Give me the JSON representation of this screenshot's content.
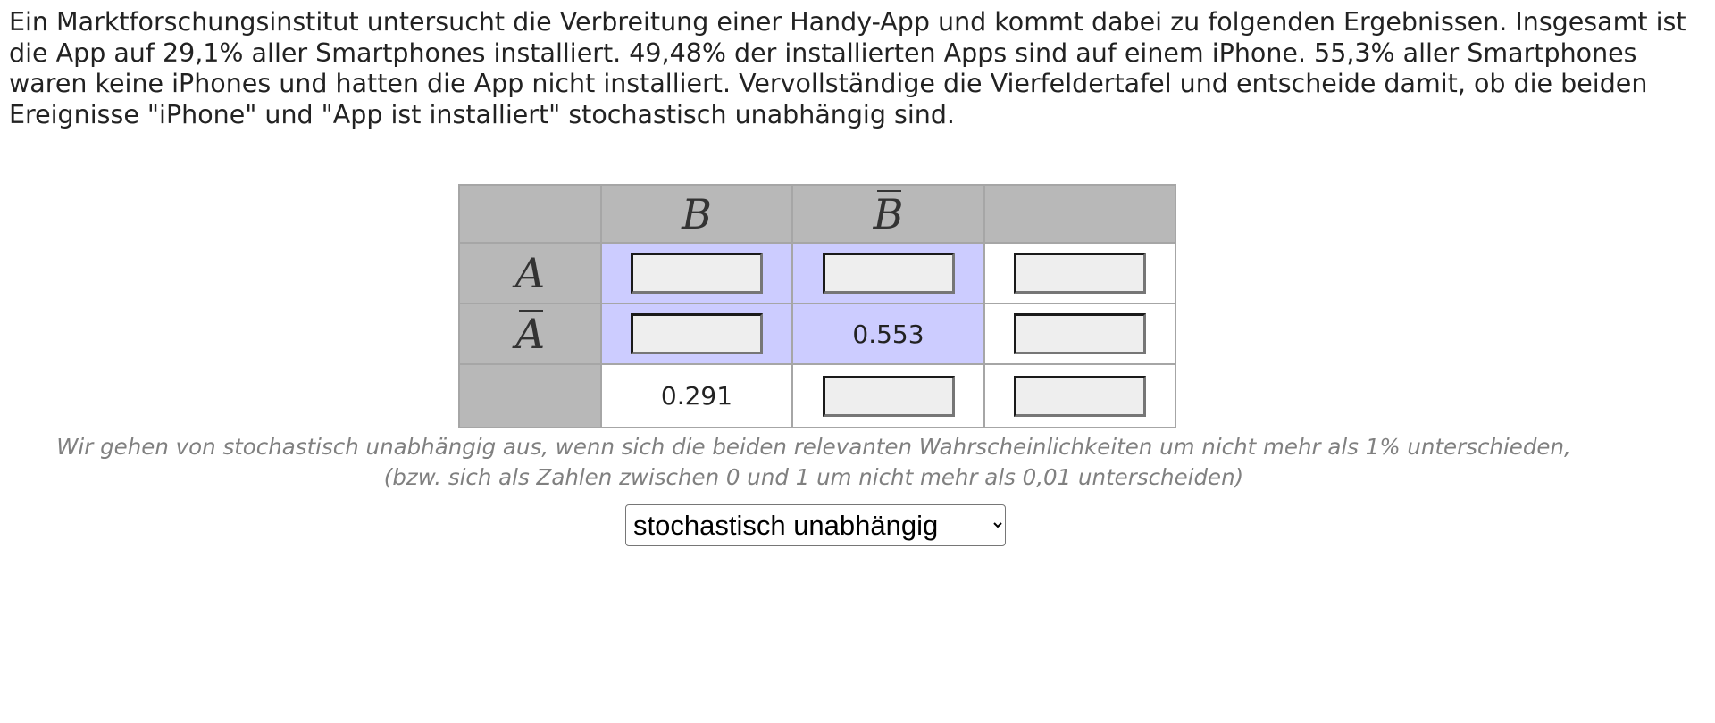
{
  "task": {
    "text": "Ein Marktforschungsinstitut untersucht die Verbreitung einer Handy-App und kommt dabei zu folgenden Ergebnissen. Insgesamt ist die App auf 29,1% aller Smartphones installiert. 49,48% der installierten Apps sind auf einem iPhone. 55,3% aller Smartphones waren keine iPhones und hatten die App nicht installiert. Vervollständige die Vierfeldertafel und entscheide damit, ob die beiden Ereignisse \"iPhone\" und \"App ist installiert\" stochastisch unabhängig sind."
  },
  "table": {
    "col_headers": [
      "B",
      "B"
    ],
    "row_headers": [
      "A",
      "A"
    ],
    "header_bars": {
      "col_1": false,
      "col_2": true,
      "row_1": false,
      "row_2": true
    },
    "given": {
      "a_not_b": "0.553",
      "total_b": "0.291"
    },
    "inputs": {
      "a_b": "",
      "a_nb": "",
      "a_total": "",
      "na_b": "",
      "na_total": "",
      "total_nb": "",
      "total_total": ""
    },
    "colors": {
      "header": "#b8b8b8",
      "inner": "#ccccff",
      "totals": "#ffffff"
    }
  },
  "note": {
    "line1": "Wir gehen von stochastisch unabhängig aus, wenn sich die beiden relevanten Wahrscheinlichkeiten um nicht mehr als 1% unterschieden,",
    "line2": "(bzw. sich als Zahlen zwischen 0 und 1 um nicht mehr als 0,01 unterscheiden)"
  },
  "answer_select": {
    "selected": "stochastisch unabhängig"
  }
}
